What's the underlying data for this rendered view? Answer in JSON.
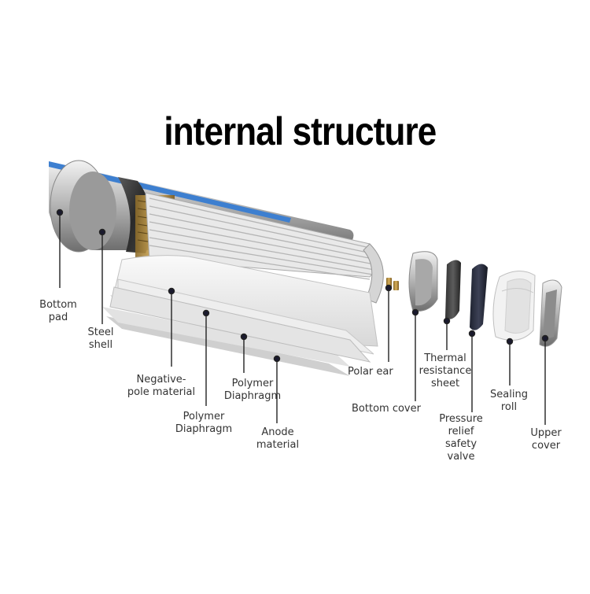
{
  "title": "internal structure",
  "labels": {
    "bottom_pad": "Bottom\npad",
    "steel_shell": "Steel\nshell",
    "negative_pole": "Negative-\npole material",
    "polymer_diaphragm_1": "Polymer\nDiaphragm",
    "polymer_diaphragm_2": "Polymer\nDiaphragm",
    "anode_material": "Anode\nmaterial",
    "polar_ear": "Polar ear",
    "bottom_cover": "Bottom cover",
    "thermal_sheet": "Thermal\nresistance\nsheet",
    "pressure_valve": "Pressure\nrelief\nsafety\nvalve",
    "sealing_roll": "Sealing\nroll",
    "upper_cover": "Upper\ncover"
  },
  "colors": {
    "shell_blue": "#3d7fd0",
    "leader_line": "#222222",
    "dot": "#1a1a2e"
  }
}
